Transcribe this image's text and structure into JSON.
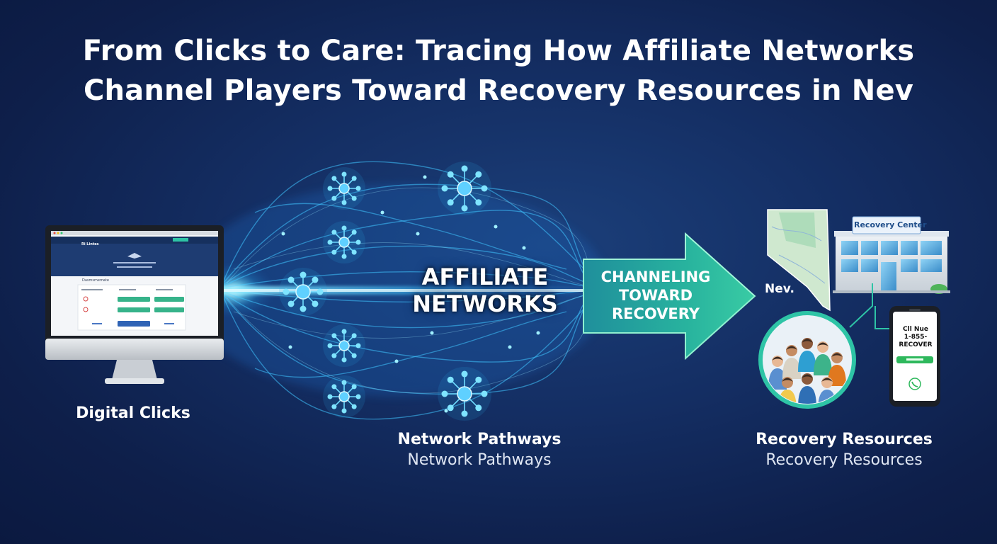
{
  "title": {
    "line1": "From Clicks to Care: Tracing How Affiliate Networks",
    "line2": "Channel Players Toward Recovery Resources in Nev"
  },
  "left": {
    "caption": "Digital Clicks",
    "monitor": {
      "brand": "Ri Lintes",
      "headline_text": "Dasmsmemate"
    }
  },
  "middle": {
    "hub_label_line1": "AFFILIATE",
    "hub_label_line2": "NETWORKS",
    "caption_bold": "Network Pathways",
    "caption_light": "Network Pathways"
  },
  "arrow": {
    "line1": "CHANNELING",
    "line2": "TOWARD",
    "line3": "RECOVERY"
  },
  "right": {
    "building_sign": "Recovery Center",
    "map_label": "Nev.",
    "phone_line1": "Cll Nue",
    "phone_line2": "1-855-RECOVER",
    "caption_bold": "Recovery Resources",
    "caption_light": "Recovery Resources"
  },
  "colors": {
    "accent_teal": "#2ec4a6",
    "glow_cyan": "#35d6ff",
    "background": "#142e63"
  }
}
